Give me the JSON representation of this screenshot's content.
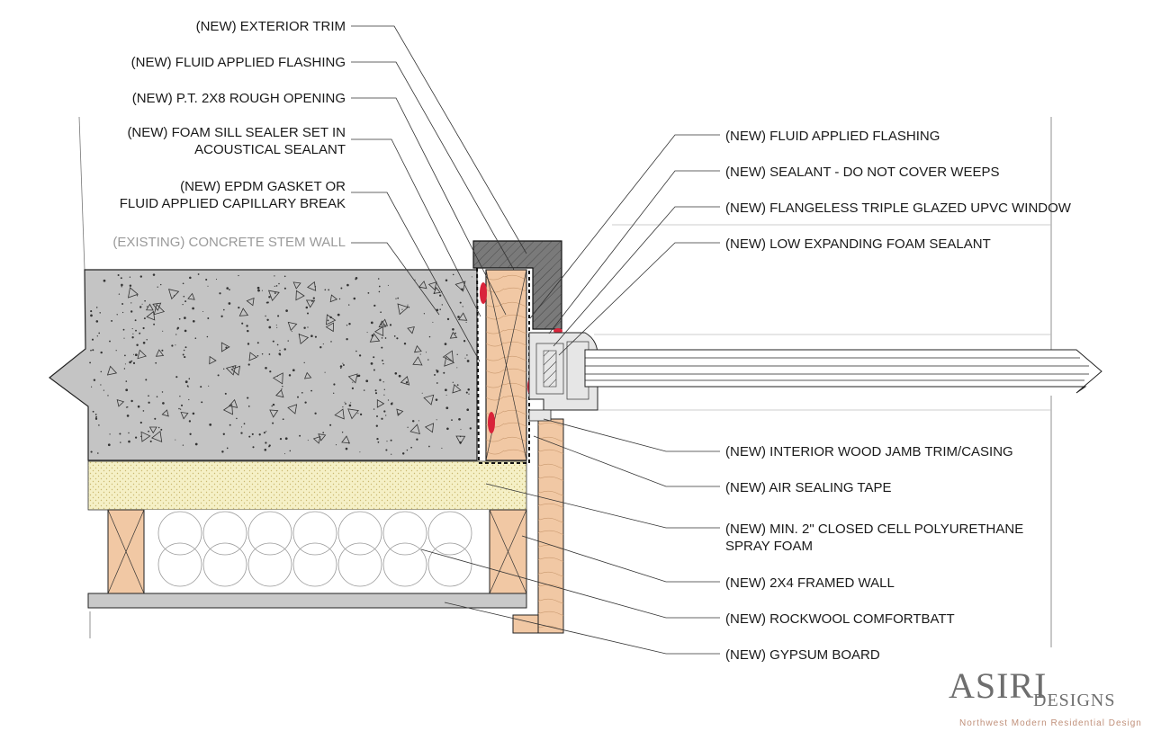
{
  "labels_left": [
    {
      "id": "exterior-trim",
      "lines": [
        "(NEW) EXTERIOR TRIM"
      ]
    },
    {
      "id": "fluid-flashing-left",
      "lines": [
        "(NEW) FLUID APPLIED FLASHING"
      ]
    },
    {
      "id": "rough-opening",
      "lines": [
        "(NEW) P.T. 2X8 ROUGH OPENING"
      ]
    },
    {
      "id": "foam-sill-sealer",
      "lines": [
        "(NEW) FOAM SILL SEALER SET IN",
        "ACOUSTICAL SEALANT"
      ]
    },
    {
      "id": "epdm-gasket",
      "lines": [
        "(NEW) EPDM GASKET OR",
        "FLUID APPLIED CAPILLARY BREAK"
      ]
    },
    {
      "id": "concrete-stem-wall",
      "lines": [
        "(EXISTING) CONCRETE STEM WALL"
      ]
    }
  ],
  "labels_right": [
    {
      "id": "fluid-flashing-right",
      "lines": [
        "(NEW) FLUID APPLIED FLASHING"
      ]
    },
    {
      "id": "sealant-weeps",
      "lines": [
        "(NEW) SEALANT - DO NOT COVER WEEPS"
      ]
    },
    {
      "id": "upvc-window",
      "lines": [
        "(NEW) FLANGELESS TRIPLE GLAZED UPVC WINDOW"
      ]
    },
    {
      "id": "foam-sealant",
      "lines": [
        "(NEW) LOW EXPANDING FOAM SEALANT"
      ]
    },
    {
      "id": "jamb-trim",
      "lines": [
        "(NEW) INTERIOR WOOD JAMB TRIM/CASING"
      ]
    },
    {
      "id": "air-sealing-tape",
      "lines": [
        "(NEW) AIR SEALING TAPE"
      ]
    },
    {
      "id": "spray-foam",
      "lines": [
        "(NEW) MIN. 2\" CLOSED CELL POLYURETHANE",
        "SPRAY FOAM"
      ]
    },
    {
      "id": "framed-wall",
      "lines": [
        "(NEW) 2X4 FRAMED WALL"
      ]
    },
    {
      "id": "rockwool",
      "lines": [
        "(NEW) ROCKWOOL COMFORTBATT"
      ]
    },
    {
      "id": "gypsum-board",
      "lines": [
        "(NEW) GYPSUM BOARD"
      ]
    }
  ],
  "logo": {
    "name": "ASIRI",
    "sub": "DESIGNS",
    "tagline": "Northwest Modern Residential Design"
  },
  "colors": {
    "concrete": "#c4c4c4",
    "wood": "#f1c8a4",
    "trim": "#7a7a7a",
    "spray_foam": "#f5f0c6",
    "sealant": "#d9243a",
    "gypsum": "#c9c9c9",
    "window_frame": "#e6e6e6"
  }
}
